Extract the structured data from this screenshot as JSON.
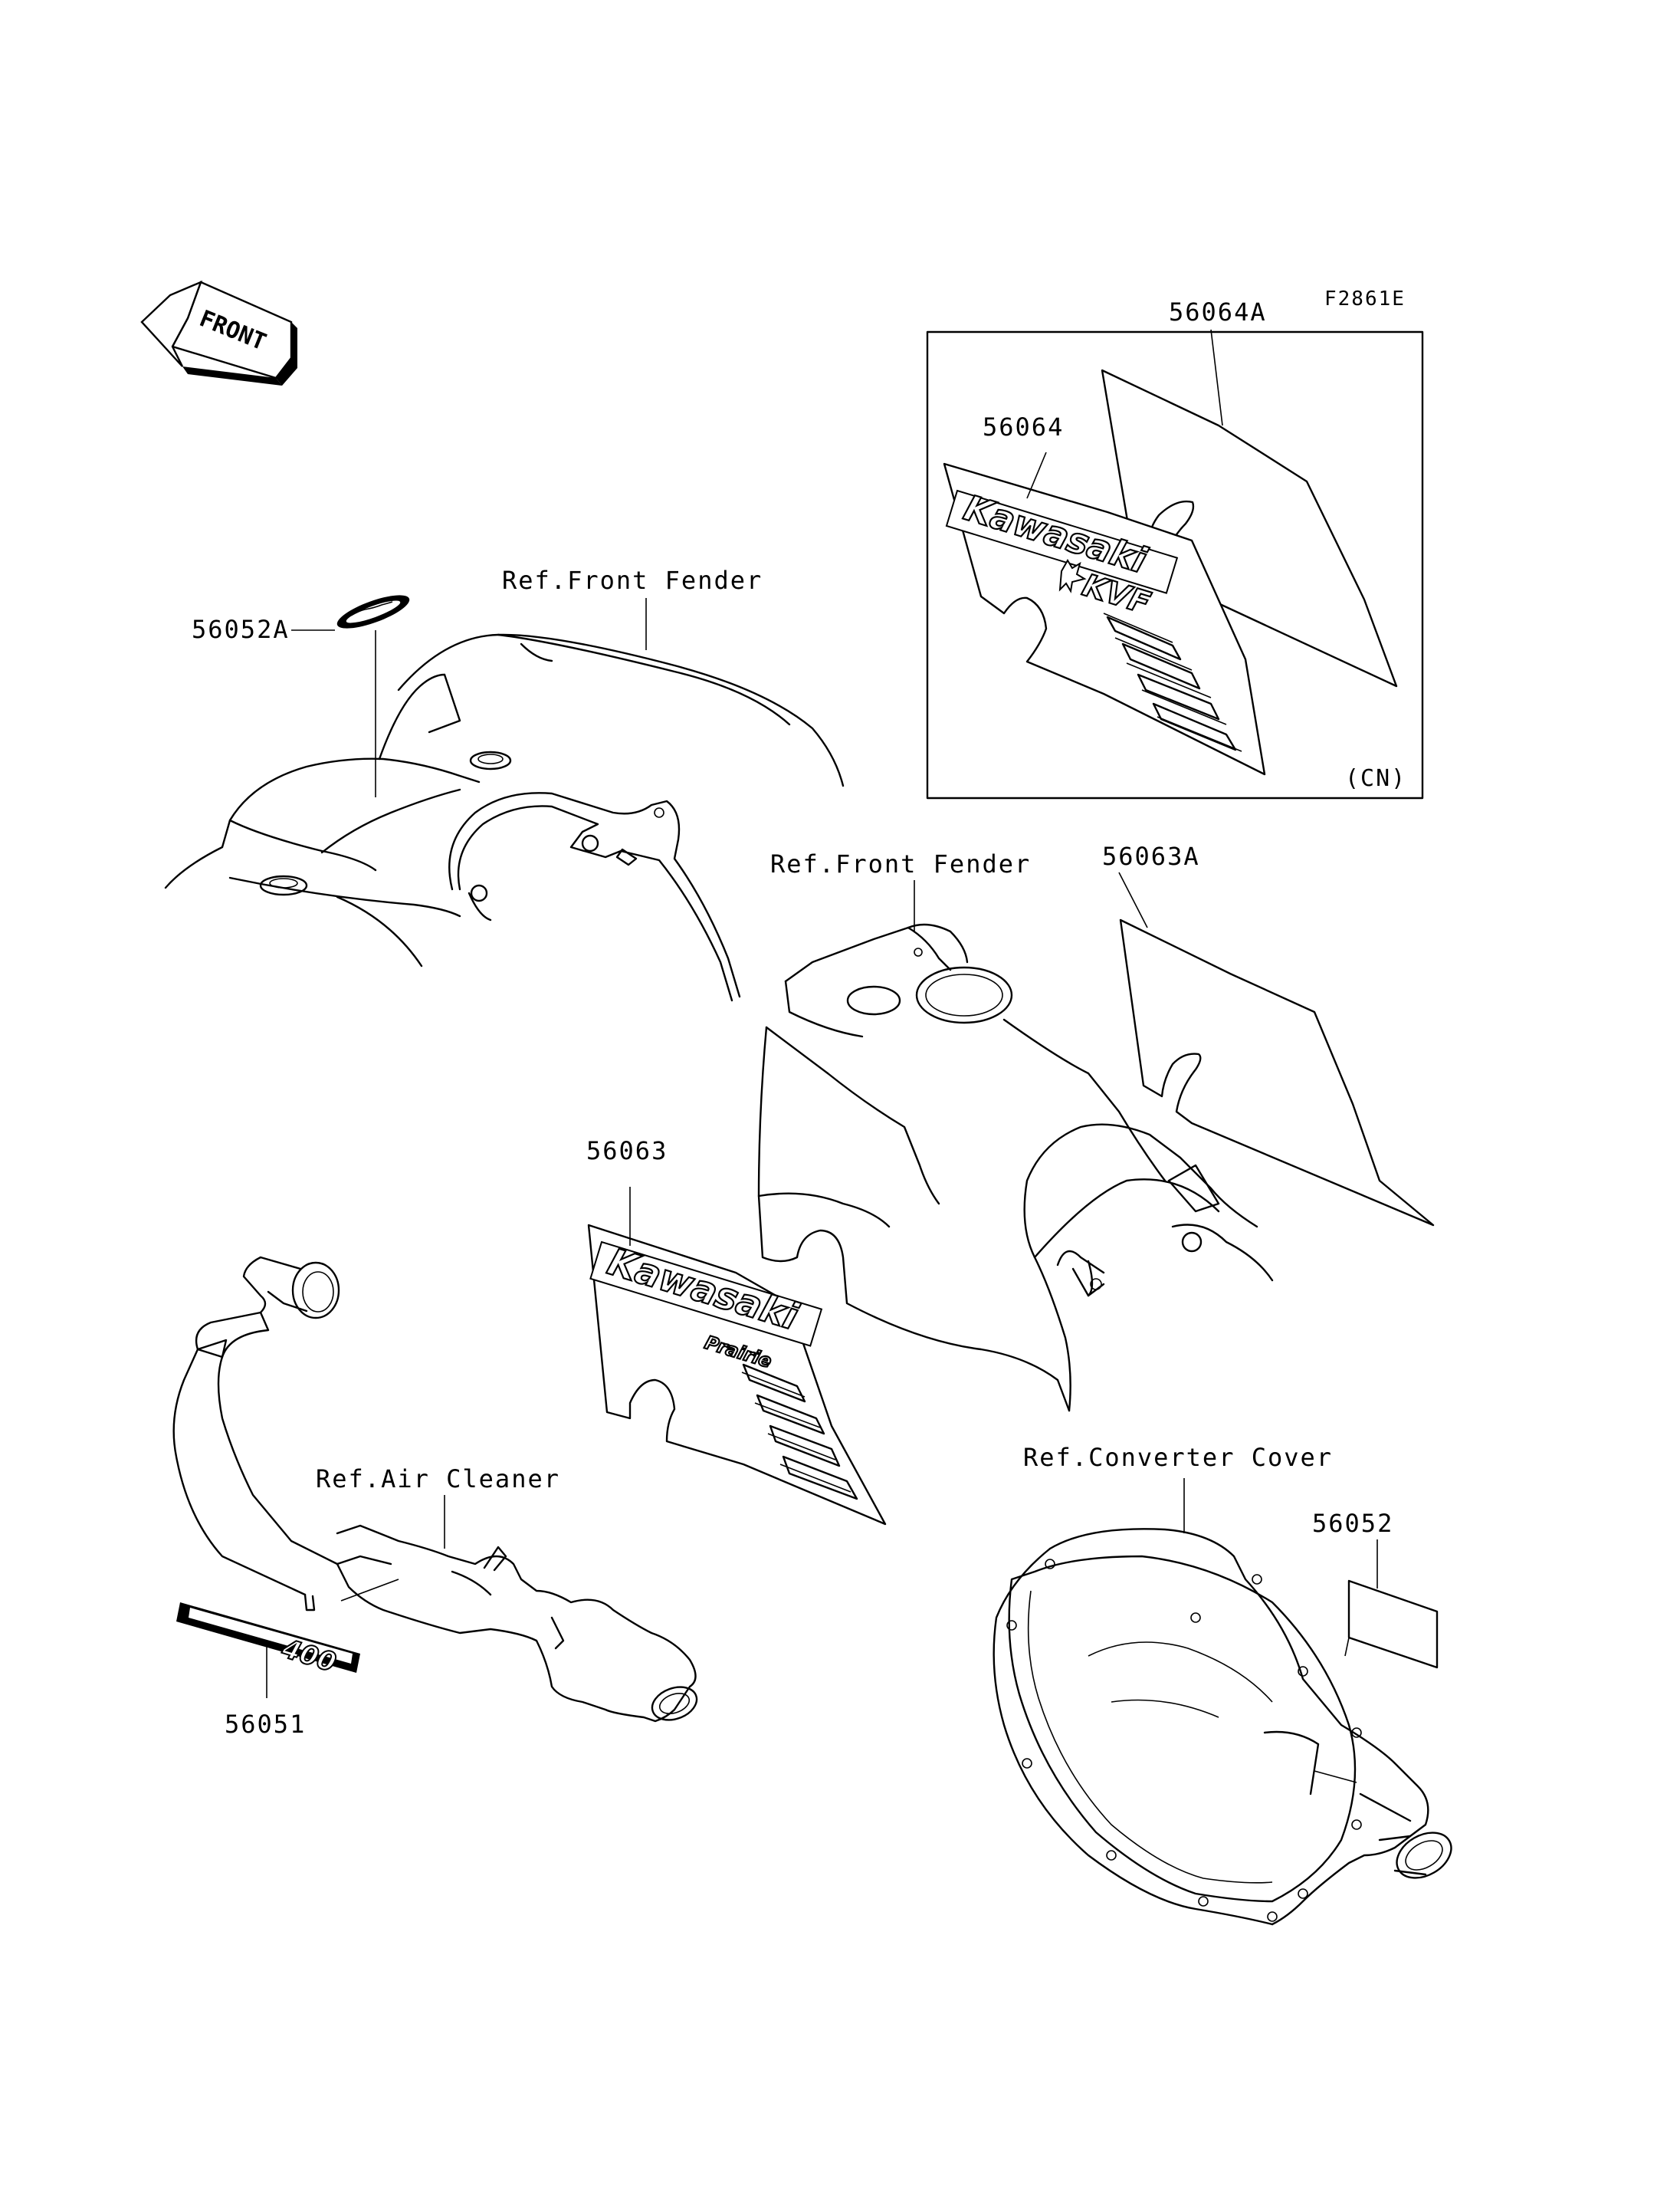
{
  "figure_code": "F2861E",
  "front_indicator": "FRONT",
  "labels": {
    "decal_56064A": "56064A",
    "decal_56064": "56064",
    "region_note": "(CN)",
    "emblem_56052A": "56052A",
    "ref_front_fender_top": "Ref.Front Fender",
    "ref_front_fender_mid": "Ref.Front Fender",
    "decal_56063A": "56063A",
    "decal_56063": "56063",
    "ref_air_cleaner": "Ref.Air Cleaner",
    "decal_56051": "56051",
    "ref_converter_cover": "Ref.Converter Cover",
    "decal_56052": "56052"
  },
  "decal_text": {
    "brand_cn": "Kawasaki",
    "model_cn": "KVF",
    "brand": "Kawasaki",
    "model": "Prairie",
    "displacement": "400"
  }
}
